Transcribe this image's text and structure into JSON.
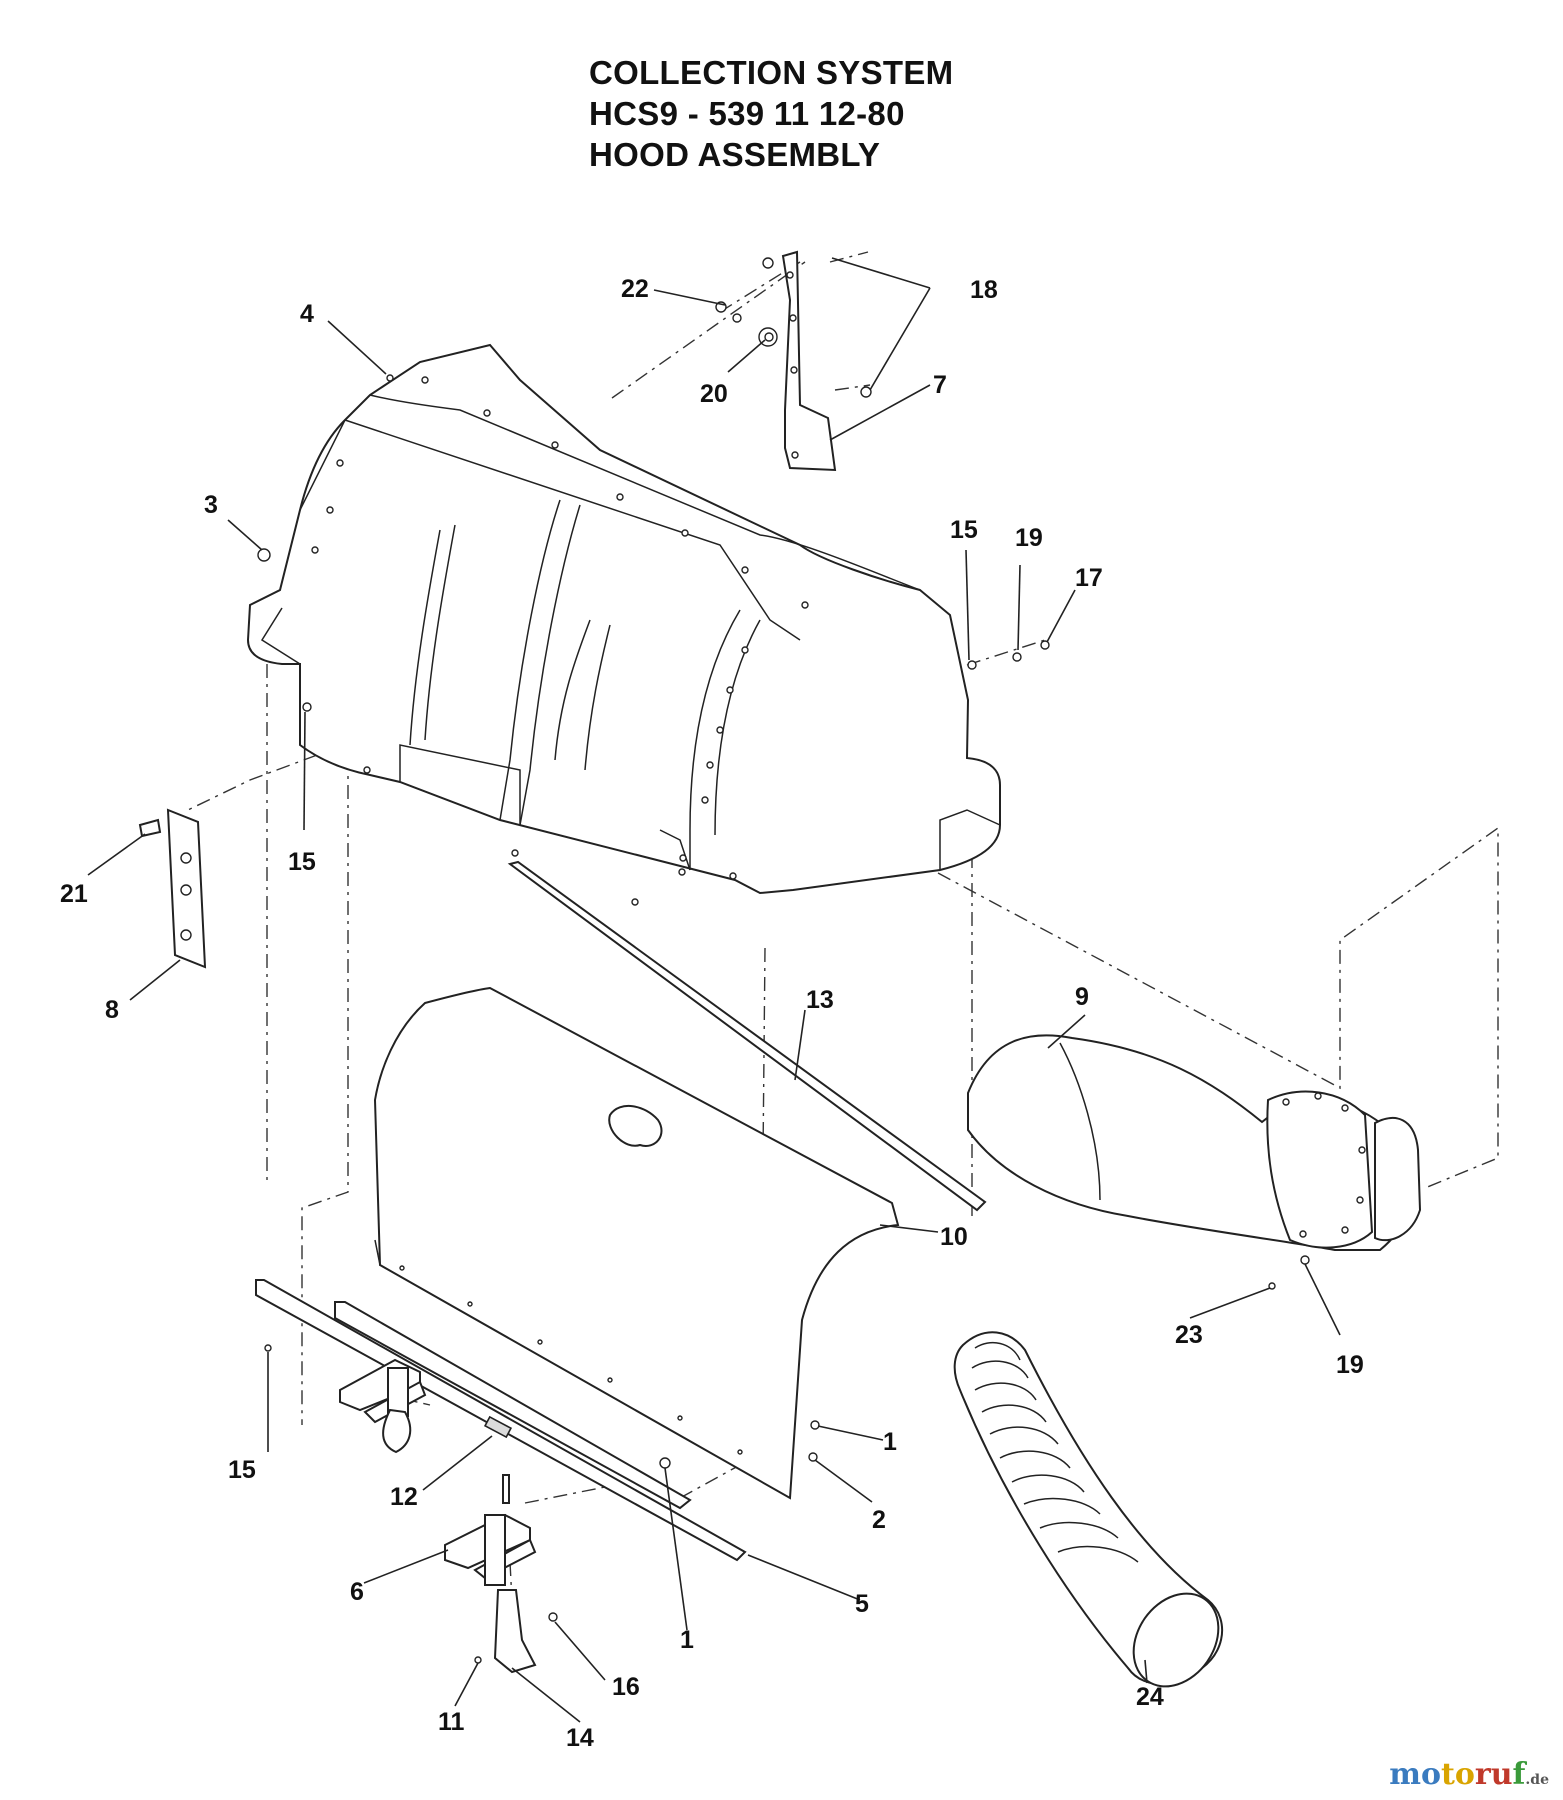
{
  "title": {
    "line1": "COLLECTION SYSTEM",
    "line2": "HCS9 - 539 11 12-80",
    "line3": "HOOD ASSEMBLY"
  },
  "callouts": {
    "c1a": "1",
    "c1b": "1",
    "c2": "2",
    "c3": "3",
    "c4": "4",
    "c5": "5",
    "c6": "6",
    "c7": "7",
    "c8": "8",
    "c9": "9",
    "c10": "10",
    "c11": "11",
    "c12": "12",
    "c13": "13",
    "c14": "14",
    "c15a": "15",
    "c15b": "15",
    "c15c": "15",
    "c16": "16",
    "c17": "17",
    "c18": "18",
    "c19a": "19",
    "c19b": "19",
    "c20": "20",
    "c21": "21",
    "c22": "22",
    "c23": "23",
    "c24": "24"
  },
  "watermark": {
    "brand_a": "mo",
    "brand_b": "to",
    "brand_c": "ru",
    "brand_d": "f",
    "suffix": ".de"
  }
}
